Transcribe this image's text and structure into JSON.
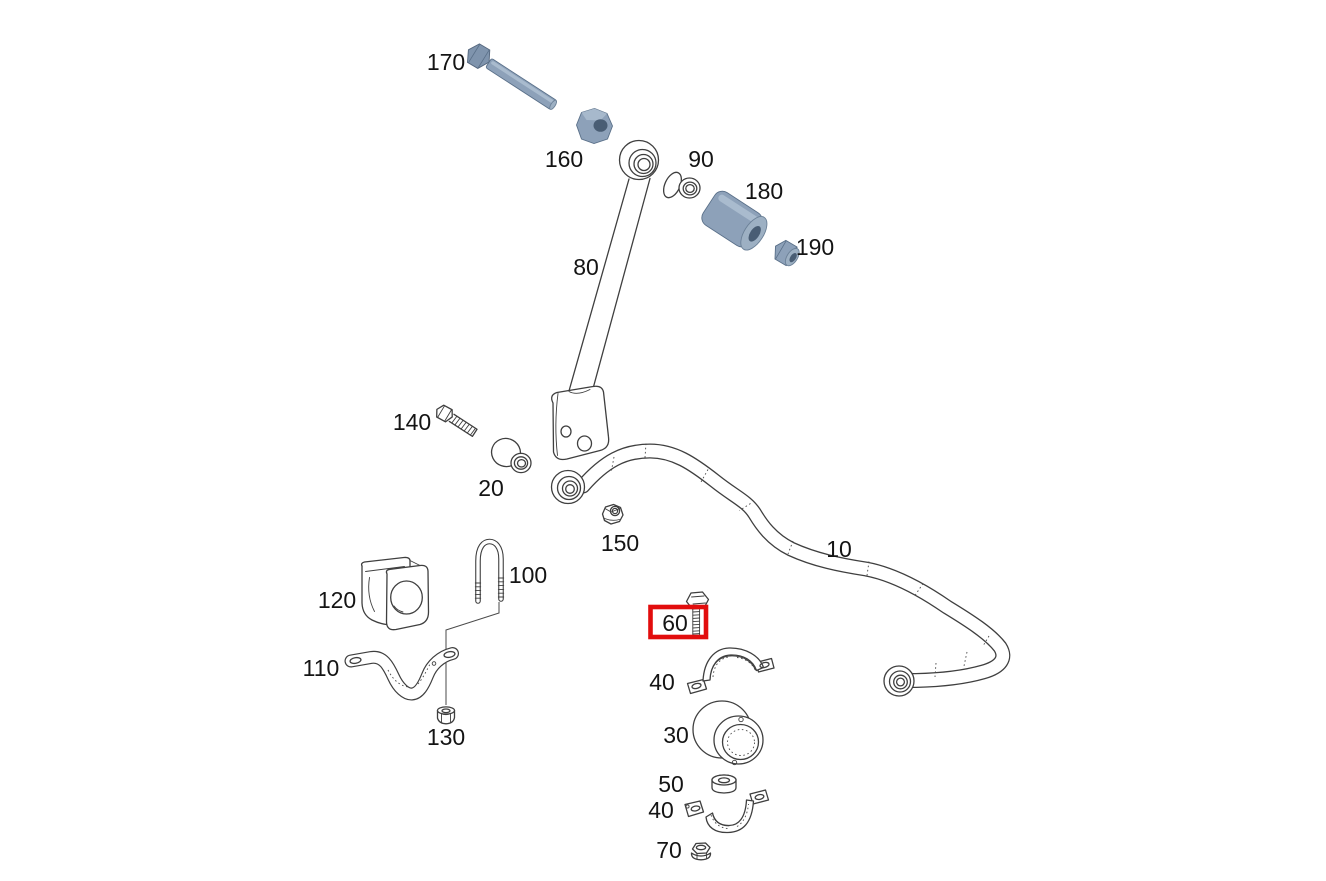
{
  "diagram": {
    "type": "exploded-parts-diagram",
    "subject": "stabilizer-bar-and-torsion-bar-linkage",
    "background": "#ffffff",
    "line_color": "#3f3f3f",
    "label_color": "#141414",
    "highlight_box_color": "#e20d0d",
    "shaded_part_fill": "#8da1b9",
    "shaded_part_light": "#aebfd1",
    "shaded_part_dark": "#495d74",
    "label_font_size": 23
  },
  "highlight": {
    "part_label": "60"
  },
  "parts": [
    {
      "label": "10",
      "name": "stabilizer-bar",
      "shaded": false,
      "highlighted": false
    },
    {
      "label": "20",
      "name": "bushing",
      "shaded": false,
      "highlighted": false
    },
    {
      "label": "30",
      "name": "bearing-bushing",
      "shaded": false,
      "highlighted": false
    },
    {
      "label": "40",
      "name": "clamp-upper",
      "shaded": false,
      "highlighted": false
    },
    {
      "label": "40",
      "name": "clamp-lower",
      "shaded": false,
      "highlighted": false
    },
    {
      "label": "50",
      "name": "washer",
      "shaded": false,
      "highlighted": false
    },
    {
      "label": "60",
      "name": "bolt",
      "shaded": false,
      "highlighted": true
    },
    {
      "label": "70",
      "name": "lock-nut",
      "shaded": false,
      "highlighted": false
    },
    {
      "label": "80",
      "name": "stabilizer-link",
      "shaded": false,
      "highlighted": false
    },
    {
      "label": "90",
      "name": "bushing-small",
      "shaded": false,
      "highlighted": false
    },
    {
      "label": "100",
      "name": "u-bolt",
      "shaded": false,
      "highlighted": false
    },
    {
      "label": "110",
      "name": "bracket-strap",
      "shaded": false,
      "highlighted": false
    },
    {
      "label": "120",
      "name": "bearing-block",
      "shaded": false,
      "highlighted": false
    },
    {
      "label": "130",
      "name": "lock-nut-small",
      "shaded": false,
      "highlighted": false
    },
    {
      "label": "140",
      "name": "bolt-short",
      "shaded": false,
      "highlighted": false
    },
    {
      "label": "150",
      "name": "nut",
      "shaded": false,
      "highlighted": false
    },
    {
      "label": "160",
      "name": "spacer-bushing",
      "shaded": true,
      "highlighted": false
    },
    {
      "label": "170",
      "name": "bolt-long",
      "shaded": true,
      "highlighted": false
    },
    {
      "label": "180",
      "name": "spacer-sleeve",
      "shaded": true,
      "highlighted": false
    },
    {
      "label": "190",
      "name": "nut-small",
      "shaded": true,
      "highlighted": false
    }
  ]
}
